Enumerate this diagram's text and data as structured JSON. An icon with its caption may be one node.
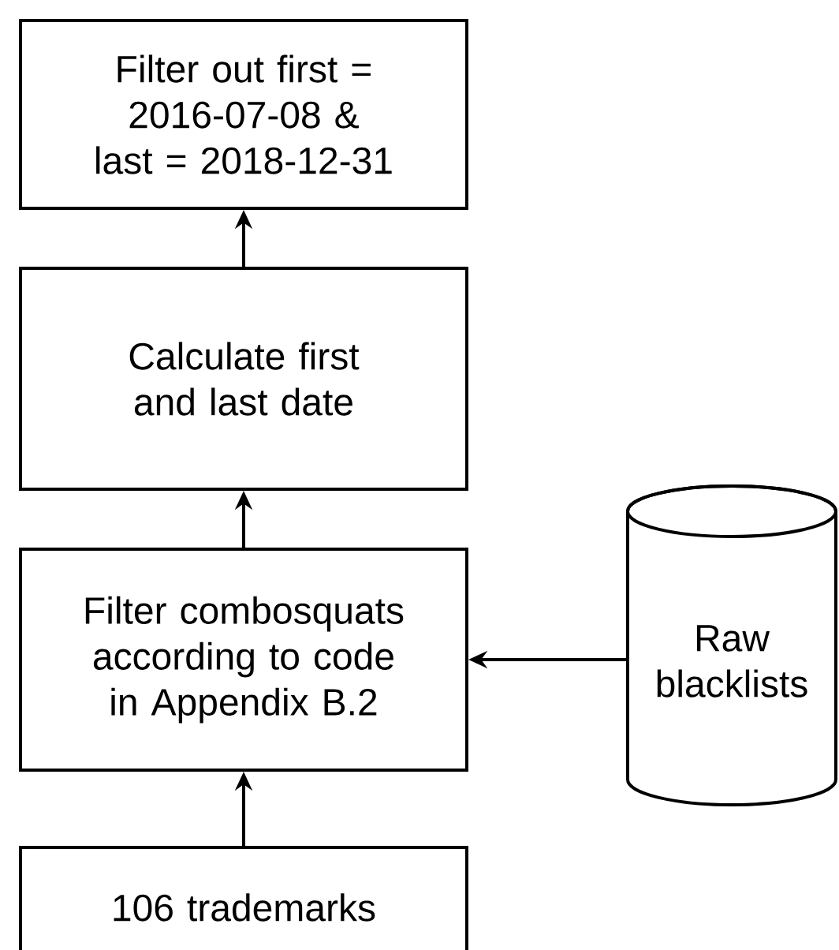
{
  "diagram": {
    "nodes": [
      {
        "text": [
          "Filter out first = 2016-07-08 & last = 2018-12-31"
        ]
      },
      {
        "text": [
          "Calculate first and last date"
        ]
      },
      {
        "text": [
          "Filter combosquats according to code in Appendix B.2"
        ]
      },
      {
        "text": [
          "106 trademarks"
        ]
      },
      {
        "text": [
          "Raw blacklists"
        ]
      }
    ],
    "edges": [
      {
        "from": 3,
        "to": 2,
        "arrow": "to"
      },
      {
        "from": 2,
        "to": 1,
        "arrow": "to"
      },
      {
        "from": 1,
        "to": 0,
        "arrow": "to"
      },
      {
        "from": 4,
        "to": 2,
        "arrow": "to"
      }
    ]
  }
}
